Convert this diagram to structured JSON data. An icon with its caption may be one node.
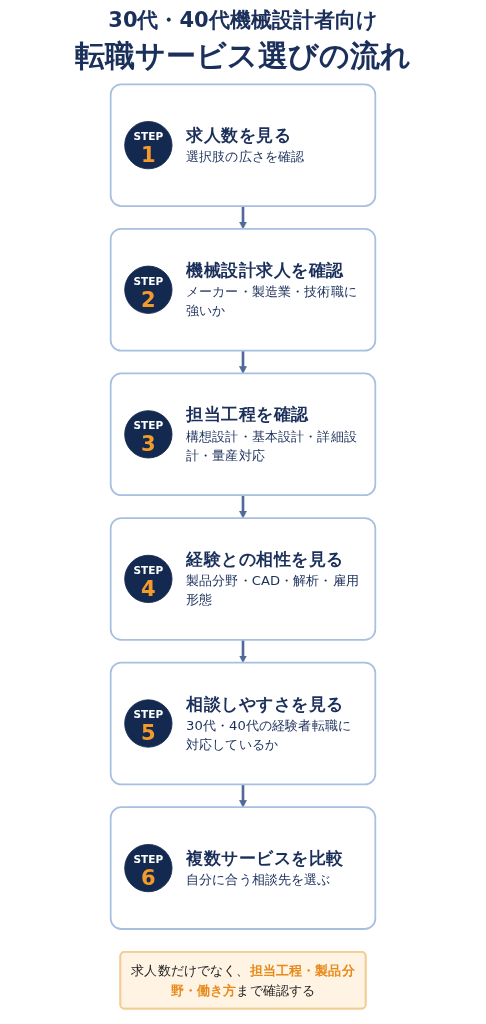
{
  "diagram": {
    "title": "転職サービス選びの流れ",
    "nodes": [
      {
        "text": [
          "求人数を見る",
          "選択肢の広さを確認"
        ]
      },
      {
        "text": [
          "STEP 1"
        ],
        "in": 0
      },
      {
        "text": [
          "機械設計求人を確認",
          "メーカー・製造業・技術職に強いか"
        ]
      },
      {
        "text": [
          "STEP 2"
        ],
        "in": 2
      },
      {
        "text": [
          "担当工程を確認",
          "構想設計・基本設計・詳細設計・量産対応"
        ]
      },
      {
        "text": [
          "STEP 3"
        ],
        "in": 4
      },
      {
        "text": [
          "経験との相性を見る",
          "製品分野・CAD・解析・雇用形態"
        ]
      },
      {
        "text": [
          "STEP 4"
        ],
        "in": 6
      },
      {
        "text": [
          "相談しやすさを見る",
          "30代・40代の経験者転職に対応しているか"
        ]
      },
      {
        "text": [
          "STEP 5"
        ],
        "in": 8
      },
      {
        "text": [
          "複数サービスを比較",
          "自分に合う相談先を選ぶ"
        ]
      },
      {
        "text": [
          "STEP 6"
        ],
        "in": 10
      },
      {
        "text": [
          "求人数だけでなく、**担当工程・製品分野・働き方**まで確認する"
        ]
      }
    ],
    "edges": [
      {
        "from": 0,
        "to": 2,
        "arrow": "to"
      },
      {
        "from": 2,
        "to": 4,
        "arrow": "to"
      },
      {
        "from": 4,
        "to": 6,
        "arrow": "to"
      },
      {
        "from": 6,
        "to": 8,
        "arrow": "to"
      },
      {
        "from": 8,
        "to": 10,
        "arrow": "to"
      }
    ],
    "labels": [
      "30代・40代機械設計者向け"
    ]
  }
}
